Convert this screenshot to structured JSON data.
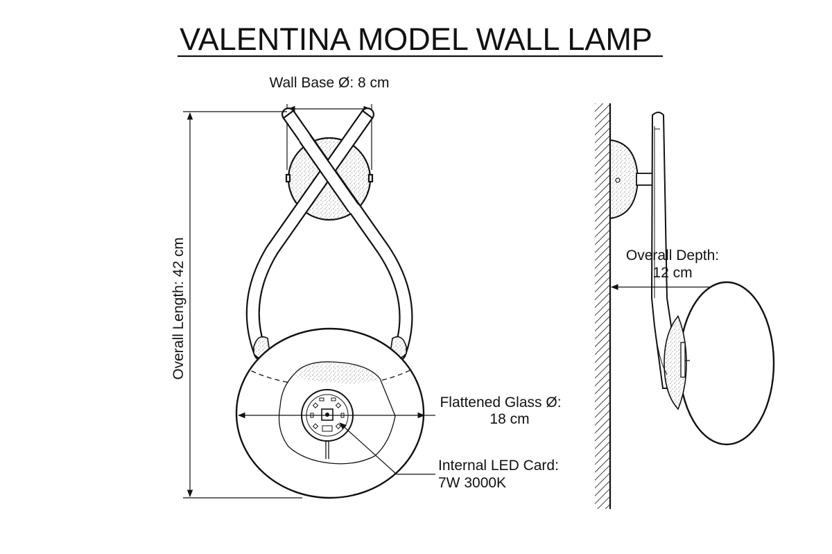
{
  "title": "VALENTINA MODEL WALL LAMP",
  "dimensions": {
    "wall_base": "Wall Base Ø: 8 cm",
    "overall_length": "Overall Length: 42 cm",
    "glass_line1": "Flattened Glass Ø:",
    "glass_line2": "18 cm",
    "led_line1": "Internal LED Card:",
    "led_line2": "7W 3000K",
    "depth_line1": "Overall Depth:",
    "depth_line2": "12 cm"
  },
  "icons": [
    "wall-lamp-front-view",
    "wall-lamp-side-view",
    "wall-hatch",
    "led-card"
  ],
  "colors": {
    "ink": "#111111",
    "paper": "#ffffff"
  }
}
